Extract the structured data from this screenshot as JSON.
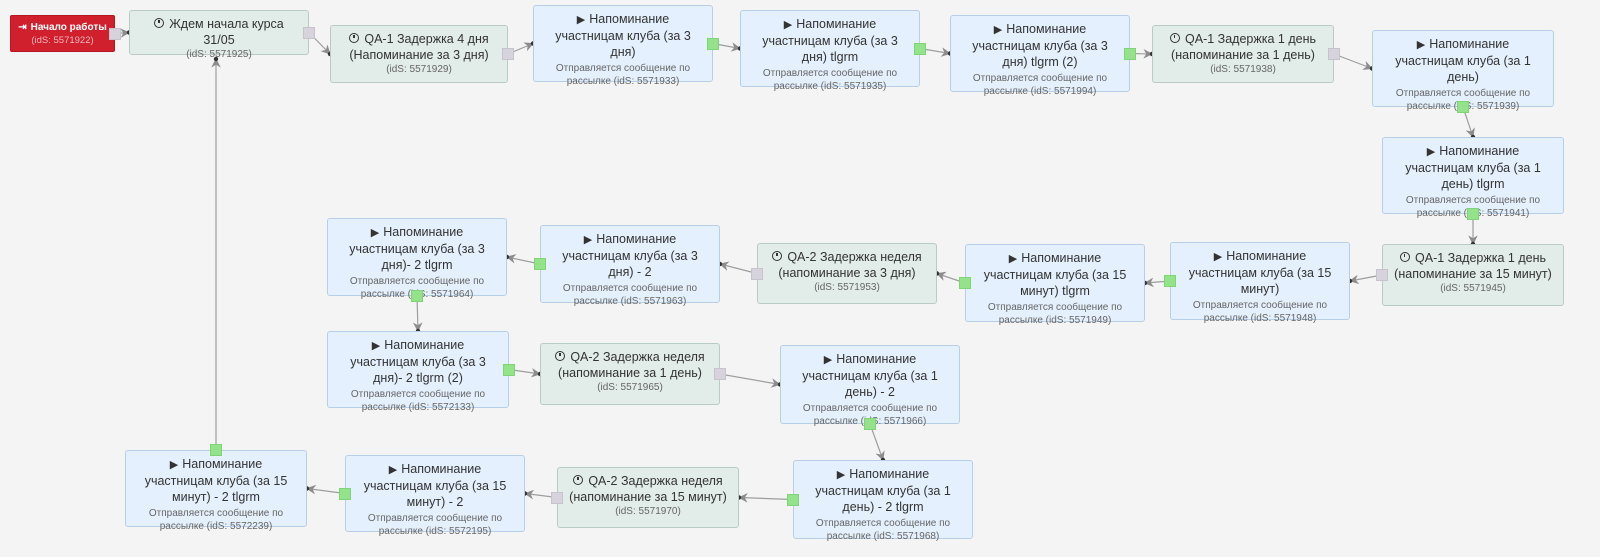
{
  "flow": {
    "nodes": [
      {
        "kind": "start",
        "title": "Начало работы",
        "icon": "login-icon",
        "ids": "(idS: 5571922)"
      },
      {
        "kind": "delay",
        "title": "Ждем начала курса 31/05",
        "icon": "clock-icon",
        "ids": "(idS: 5571925)"
      },
      {
        "kind": "delay",
        "title": "QA-1 Задержка 4 дня (Напоминание за 3 дня)",
        "icon": "clock-icon",
        "ids": "(idS: 5571929)"
      },
      {
        "kind": "msg",
        "title": "Напоминание участницам клуба (за 3 дня)",
        "icon": "play-icon",
        "subtitle": "Отправляется сообщение по рассылке",
        "ids": "(idS: 5571933)"
      },
      {
        "kind": "msg",
        "title": "Напоминание участницам клуба (за 3 дня) tlgrm",
        "icon": "play-icon",
        "subtitle": "Отправляется сообщение по рассылке",
        "ids": "(idS: 5571935)"
      },
      {
        "kind": "msg",
        "title": "Напоминание участницам клуба (за 3 дня) tlgrm (2)",
        "icon": "play-icon",
        "subtitle": "Отправляется сообщение по рассылке",
        "ids": "(idS: 5571994)"
      },
      {
        "kind": "delay",
        "title": "QA-1 Задержка 1 день (напоминание за 1 день)",
        "icon": "clock-icon",
        "ids": "(idS: 5571938)"
      },
      {
        "kind": "msg",
        "title": "Напоминание участницам клуба (за 1 день)",
        "icon": "play-icon",
        "subtitle": "Отправляется сообщение по рассылке",
        "ids": "(idS: 5571939)"
      },
      {
        "kind": "msg",
        "title": "Напоминание участницам клуба (за 1 день) tlgrm",
        "icon": "play-icon",
        "subtitle": "Отправляется сообщение по рассылке",
        "ids": "(idS: 5571941)"
      },
      {
        "kind": "delay",
        "title": "QA-1 Задержка 1 день (напоминание за 15 минут)",
        "icon": "clock-icon",
        "ids": "(idS: 5571945)"
      },
      {
        "kind": "msg",
        "title": "Напоминание участницам клуба (за 15 минут)",
        "icon": "play-icon",
        "subtitle": "Отправляется сообщение по рассылке",
        "ids": "(idS: 5571948)"
      },
      {
        "kind": "msg",
        "title": "Напоминание участницам клуба (за 15 минут) tlgrm",
        "icon": "play-icon",
        "subtitle": "Отправляется сообщение по рассылке",
        "ids": "(idS: 5571949)"
      },
      {
        "kind": "delay",
        "title": "QA-2 Задержка неделя (напоминание за 3 дня)",
        "icon": "clock-icon",
        "ids": "(idS: 5571953)"
      },
      {
        "kind": "msg",
        "title": "Напоминание участницам клуба (за 3 дня) - 2",
        "icon": "play-icon",
        "subtitle": "Отправляется сообщение по рассылке",
        "ids": "(idS: 5571963)"
      },
      {
        "kind": "msg",
        "title": "Напоминание участницам клуба (за 3 дня)- 2 tlgrm",
        "icon": "play-icon",
        "subtitle": "Отправляется сообщение по рассылке",
        "ids": "(idS: 5571964)"
      },
      {
        "kind": "msg",
        "title": "Напоминание участницам клуба (за 3 дня)- 2 tlgrm (2)",
        "icon": "play-icon",
        "subtitle": "Отправляется сообщение по рассылке",
        "ids": "(idS: 5572133)"
      },
      {
        "kind": "delay",
        "title": "QA-2 Задержка неделя (напоминание за 1 день)",
        "icon": "clock-icon",
        "ids": "(idS: 5571965)"
      },
      {
        "kind": "msg",
        "title": "Напоминание участницам клуба (за 1 день) - 2",
        "icon": "play-icon",
        "subtitle": "Отправляется сообщение по рассылке",
        "ids": "(idS: 5571966)"
      },
      {
        "kind": "msg",
        "title": "Напоминание участницам клуба (за 1 день) - 2 tlgrm",
        "icon": "play-icon",
        "subtitle": "Отправляется сообщение по рассылке",
        "ids": "(idS: 5571968)"
      },
      {
        "kind": "delay",
        "title": "QA-2 Задержка неделя (напоминание за 15 минут)",
        "icon": "clock-icon",
        "ids": "(idS: 5571970)"
      },
      {
        "kind": "msg",
        "title": "Напоминание участницам клуба (за 15 минут) - 2",
        "icon": "play-icon",
        "subtitle": "Отправляется сообщение по рассылке",
        "ids": "(idS: 5572195)"
      },
      {
        "kind": "msg",
        "title": "Напоминание участницам клуба (за 15 минут) - 2 tlgrm",
        "icon": "play-icon",
        "subtitle": "Отправляется сообщение по рассылке",
        "ids": "(idS: 5572239)"
      }
    ],
    "colors": {
      "start_bg": "#d0202e",
      "message_bg": "#e4f0fd",
      "delay_bg": "#e2ece8",
      "connector_out": "#94e38a",
      "connector_idle": "#d7d3dc",
      "link": "#9e9e9e"
    }
  }
}
